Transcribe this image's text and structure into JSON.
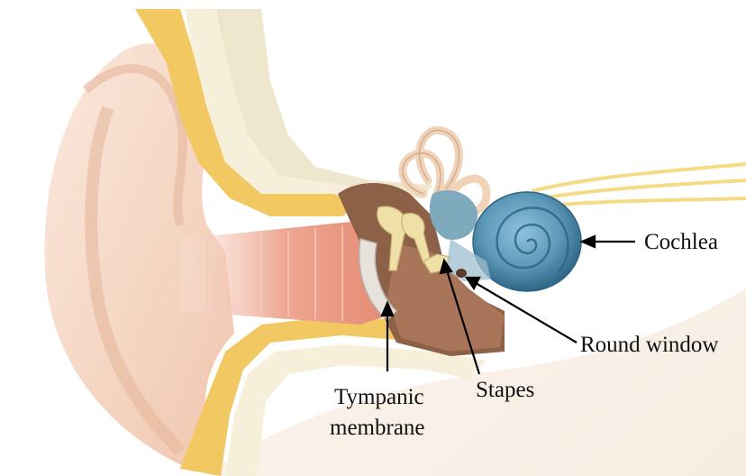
{
  "labels": {
    "cochlea": "Cochlea",
    "round_window": "Round window",
    "stapes": "Stapes",
    "tympanic_line1": "Tympanic",
    "tympanic_line2": "membrane"
  },
  "colors": {
    "skin": "#f3d2bd",
    "skin_dark": "#e3ae90",
    "fat": "#f2c863",
    "bone": "#f5efd6",
    "canal": "#e9a08a",
    "middle_ear": "#8c6148",
    "ossicles": "#efe0a8",
    "cochlea": "#5c98b8",
    "cochlea_dark": "#2f6686",
    "nerve": "#f3d97a",
    "text": "#111111"
  }
}
